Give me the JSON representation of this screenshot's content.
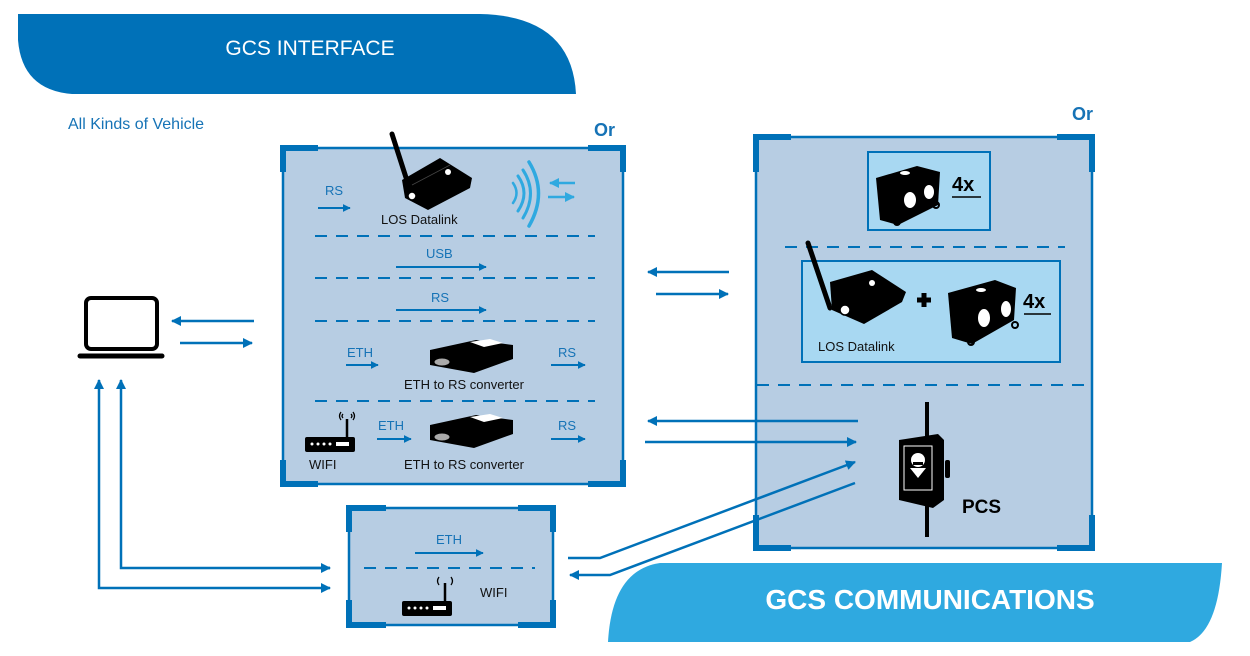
{
  "colors": {
    "primary": "#0071b8",
    "light_blue": "#2fa9e0",
    "box_fill": "#b7cde3",
    "inner_fill": "#a8d8f2",
    "device": "#000000"
  },
  "header": {
    "title": "GCS INTERFACE",
    "subtitle": "All Kinds of Vehicle"
  },
  "footer": {
    "title": "GCS COMMUNICATIONS"
  },
  "computer": {
    "icon": "laptop-icon"
  },
  "interface_box": {
    "or_label": "Or",
    "rows": [
      {
        "input": "RS",
        "device": "LOS Datalink",
        "device_icon": "los-datalink-icon",
        "extra_icon": "radio-waves-icon"
      },
      {
        "link": "USB"
      },
      {
        "link": "RS"
      },
      {
        "input": "ETH",
        "device": "ETH to RS converter",
        "device_icon": "converter-icon",
        "output": "RS"
      },
      {
        "source": "WIFI",
        "source_icon": "wifi-router-icon",
        "input": "ETH",
        "device": "ETH to RS converter",
        "device_icon": "converter-icon",
        "output": "RS"
      }
    ]
  },
  "wifi_box": {
    "link": "ETH",
    "device": "WIFI",
    "device_icon": "wifi-router-icon"
  },
  "comms_box": {
    "or_label": "Or",
    "option1": {
      "multiplier": "4x",
      "device_icon": "antenna-unit-icon"
    },
    "option2": {
      "device": "LOS Datalink",
      "plus": "+",
      "multiplier": "4x"
    },
    "pcs": {
      "label": "PCS",
      "device_icon": "pcs-icon"
    }
  }
}
